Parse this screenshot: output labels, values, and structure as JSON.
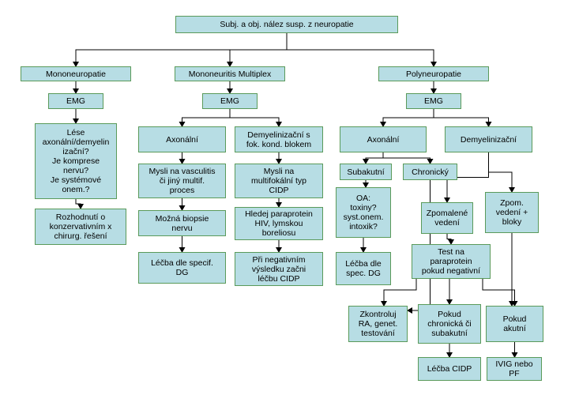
{
  "nodes": {
    "root": "Subj. a obj. nález susp. z neuropatie",
    "mono": "Mononeuropatie",
    "mono_mult": "Mononeuritis Multiplex",
    "poly": "Polyneuropatie",
    "emg1": "EMG",
    "emg2": "EMG",
    "emg3": "EMG",
    "lese": "Lése\naxonální/demyelin\nizační?\nJe komprese\nnervu?\nJe systémové\nonem.?",
    "rozhodnuti": "Rozhodnutí o\nkonzervativním x\nchirurg. řešení",
    "axonalni_m": "Axonální",
    "demyel_blok": "Demyelinizační s\nfok. kond. blokem",
    "vaskulitis": "Mysli na vasculitis\nči jiný multif.\nproces",
    "biopsie": "Možná biopsie\nnervu",
    "lecba_specif": "Léčba dle specif.\nDG",
    "cidp_mysli": "Mysli na\nmultifokální typ\nCIDP",
    "paraprotein_hiv": "Hledej paraprotein\nHIV, lymskou\nboreliosu",
    "negativni_cidp": "Při negativním\nvýsledku začni\nléčbu CIDP",
    "axonalni_p": "Axonální",
    "demyel_p": "Demyelinizační",
    "subakutni": "Subakutní",
    "chronicky": "Chronický",
    "oa": "OA:\ntoxiny?\nsyst.onem.\nintoxik?",
    "lecba_spec": "Léčba dle\nspec. DG",
    "zpomalene": "Zpomalené\nvedení",
    "zpom_bloky": "Zpom.\nvedení +\nbloky",
    "test_paraprotein": "Test na\nparaprotein\npokud negativní",
    "zkontroluj": "Zkontroluj\nRA, genet.\ntestování",
    "pokud_chronicka": "Pokud\nchronická či\nsubakutní",
    "pokud_akutni": "Pokud\nakutní",
    "lecba_cidp": "Léčba CIDP",
    "ivig": "IVIG nebo\nPF"
  },
  "edges": [
    [
      "root",
      "mono"
    ],
    [
      "root",
      "mono_mult"
    ],
    [
      "root",
      "poly"
    ],
    [
      "mono",
      "emg1"
    ],
    [
      "mono_mult",
      "emg2"
    ],
    [
      "poly",
      "emg3"
    ],
    [
      "emg1",
      "lese"
    ],
    [
      "lese",
      "rozhodnuti"
    ],
    [
      "emg2",
      "axonalni_m"
    ],
    [
      "emg2",
      "demyel_blok"
    ],
    [
      "axonalni_m",
      "vaskulitis"
    ],
    [
      "vaskulitis",
      "biopsie"
    ],
    [
      "biopsie",
      "lecba_specif"
    ],
    [
      "demyel_blok",
      "cidp_mysli"
    ],
    [
      "cidp_mysli",
      "paraprotein_hiv"
    ],
    [
      "paraprotein_hiv",
      "negativni_cidp"
    ],
    [
      "emg3",
      "axonalni_p"
    ],
    [
      "emg3",
      "demyel_p"
    ],
    [
      "axonalni_p",
      "subakutni"
    ],
    [
      "axonalni_p",
      "chronicky"
    ],
    [
      "subakutni",
      "oa"
    ],
    [
      "oa",
      "lecba_spec"
    ],
    [
      "chronicky",
      "zkontroluj"
    ],
    [
      "demyel_p",
      "zpomalene"
    ],
    [
      "demyel_p",
      "zpom_bloky"
    ],
    [
      "zpomalene",
      "test_paraprotein"
    ],
    [
      "test_paraprotein",
      "zkontroluj"
    ],
    [
      "test_paraprotein",
      "pokud_chronicka"
    ],
    [
      "test_paraprotein",
      "pokud_akutni"
    ],
    [
      "zpom_bloky",
      "pokud_akutni"
    ],
    [
      "pokud_chronicka",
      "lecba_cidp"
    ],
    [
      "pokud_akutni",
      "ivig"
    ]
  ]
}
